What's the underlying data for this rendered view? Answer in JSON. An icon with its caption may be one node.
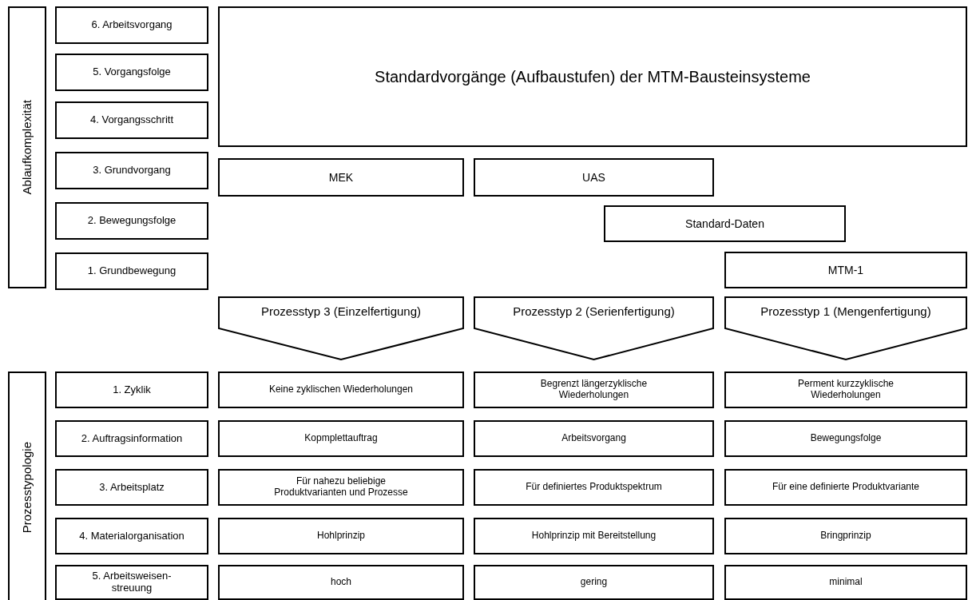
{
  "diagram": {
    "nodes": [
      {
        "text": [
          "Ablaufkomplexität"
        ]
      },
      {
        "text": [
          "6. Arbeitsvorgang"
        ]
      },
      {
        "text": [
          "5. Vorgangsfolge"
        ]
      },
      {
        "text": [
          "4. Vorgangsschritt"
        ]
      },
      {
        "text": [
          "3. Grundvorgang"
        ]
      },
      {
        "text": [
          "2. Bewegungsfolge"
        ]
      },
      {
        "text": [
          "1. Grundbewegung"
        ]
      },
      {
        "text": [
          "Standardvorgänge (Aufbaustufen) der MTM-Bausteinsysteme"
        ]
      },
      {
        "text": [
          "MEK"
        ]
      },
      {
        "text": [
          "UAS"
        ]
      },
      {
        "text": [
          "Standard-Daten"
        ]
      },
      {
        "text": [
          "MTM-1"
        ]
      },
      {
        "text": [
          "Prozesstyp 3 (Einzelfertigung)"
        ]
      },
      {
        "text": [
          "Prozesstyp 2 (Serienfertigung)"
        ]
      },
      {
        "text": [
          "Prozesstyp 1 (Mengenfertigung)"
        ]
      },
      {
        "text": [
          "Prozesstypologie"
        ]
      },
      {
        "text": [
          "1. Zyklik"
        ]
      },
      {
        "text": [
          "Keine zyklischen Wiederholungen"
        ]
      },
      {
        "text": [
          "Begrenzt längerzyklische Wiederholungen"
        ]
      },
      {
        "text": [
          "Perment kurzzyklische Wiederholungen"
        ]
      },
      {
        "text": [
          "2. Auftragsinformation"
        ]
      },
      {
        "text": [
          "Kopmplettauftrag"
        ]
      },
      {
        "text": [
          "Arbeitsvorgang"
        ]
      },
      {
        "text": [
          "Bewegungsfolge"
        ]
      },
      {
        "text": [
          "3. Arbeitsplatz"
        ]
      },
      {
        "text": [
          "Für nahezu beliebige Produktvarianten und Prozesse"
        ]
      },
      {
        "text": [
          "Für definiertes Produktspektrum"
        ]
      },
      {
        "text": [
          "Für eine definierte Produktvariante"
        ]
      },
      {
        "text": [
          "4. Materialorganisation"
        ]
      },
      {
        "text": [
          "Hohlprinzip"
        ]
      },
      {
        "text": [
          "Hohlprinzip mit Bereitstellung"
        ]
      },
      {
        "text": [
          "Bringprinzip"
        ]
      },
      {
        "text": [
          "5. Arbeitsweisen- streuung"
        ]
      },
      {
        "text": [
          "hoch"
        ]
      },
      {
        "text": [
          "gering"
        ]
      },
      {
        "text": [
          "minimal"
        ]
      }
    ]
  }
}
